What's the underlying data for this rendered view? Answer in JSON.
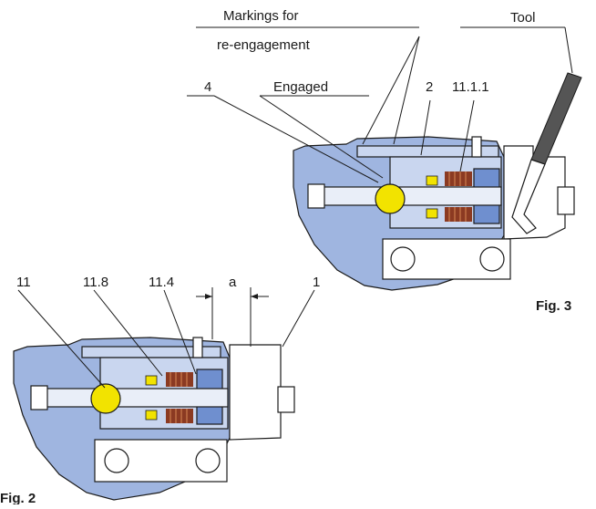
{
  "labels": {
    "markings_line1": "Markings for",
    "markings_line2": "re-engagement",
    "tool": "Tool",
    "engaged": "Engaged",
    "ref_4": "4",
    "ref_2": "2",
    "ref_11_1_1": "11.1.1",
    "ref_11": "11",
    "ref_11_8": "11.8",
    "ref_11_4": "11.4",
    "dim_a": "a",
    "ref_1": "1"
  },
  "figures": {
    "fig3": "Fig. 3",
    "fig2": "Fig. 2"
  },
  "colors": {
    "housing_blue": "#9fb5e0",
    "inner_blue": "#c9d6ef",
    "dark_blue": "#6f8fcf",
    "light_face": "#e9eef8",
    "spring_brown": "#8b3a22",
    "spring_light": "#d98a55",
    "ball_yellow": "#f2e300",
    "tool_grey": "#555555",
    "ink": "#1a1a1a"
  }
}
